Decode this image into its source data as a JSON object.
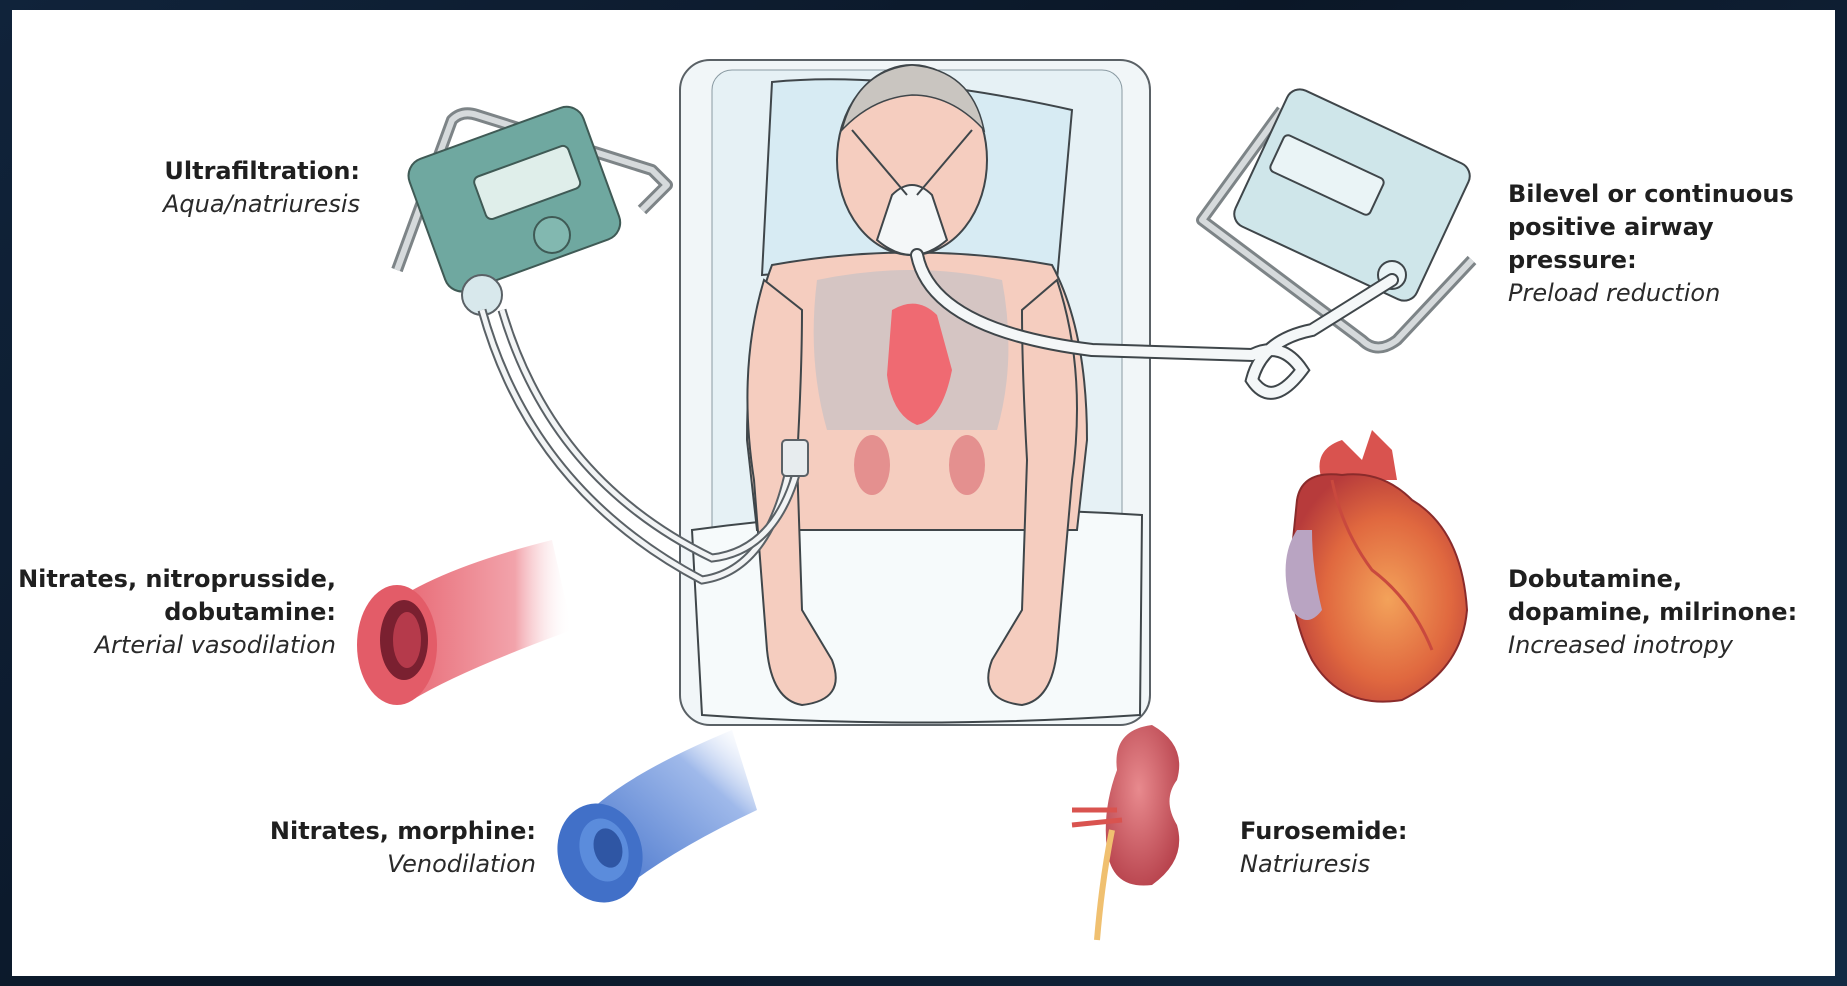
{
  "labels": {
    "ultrafiltration": {
      "title": "Ultrafiltration:",
      "effect": "Aqua/natriuresis"
    },
    "nitrates_arterial": {
      "title_line1": "Nitrates, nitroprusside,",
      "title_line2": "dobutamine:",
      "effect": "Arterial vasodilation"
    },
    "nitrates_venous": {
      "title": "Nitrates, morphine:",
      "effect": "Venodilation"
    },
    "bipap": {
      "title_line1": "Bilevel or continuous",
      "title_line2": "positive airway pressure:",
      "effect": "Preload reduction"
    },
    "inotropes": {
      "title_line1": "Dobutamine,",
      "title_line2": "dopamine, milrinone:",
      "effect": "Increased inotropy"
    },
    "furosemide": {
      "title": "Furosemide:",
      "effect": "Natriuresis"
    }
  },
  "colors": {
    "artery": "#e8707a",
    "vein": "#4f7fd0",
    "kidney": "#c5545e",
    "heart": "#d9534f",
    "device_left": "#6fa8a0",
    "device_right": "#cfe6ea",
    "skin": "#f4cabc",
    "bed": "#eaf3f6"
  }
}
